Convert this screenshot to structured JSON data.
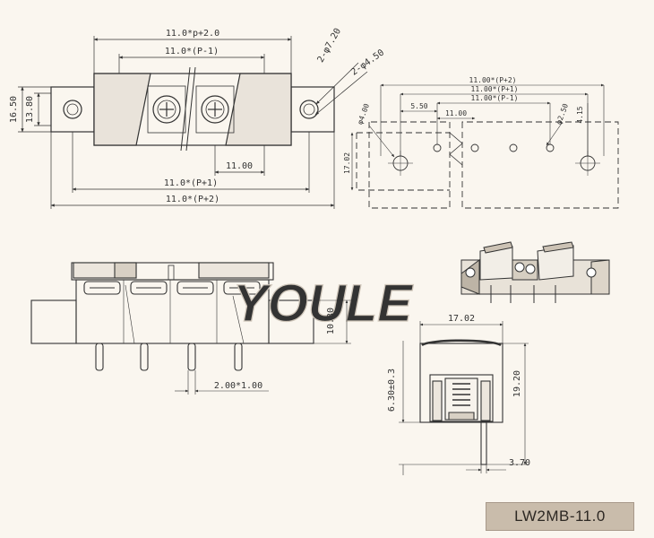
{
  "drawing": {
    "model": "LW2MB-11.0",
    "watermark": "YOULE",
    "top_view": {
      "pitch_total_p2_top": "11.0*p+2.0",
      "pitch_p_minus_1": "11.0*(P-1)",
      "hole_spec": "2-φ7.20",
      "screw_spec": "2-φ4.50",
      "height_outer": "16.50",
      "height_inner": "13.80",
      "pitch": "11.00",
      "pitch_p_plus_1": "11.0*(P+1)",
      "pitch_p_plus_2": "11.0*(P+2)"
    },
    "pcb_layout": {
      "dim_p2": "11.00*(P+2)",
      "dim_p1": "11.00*(P+1)",
      "dim_pm1": "11.00*(P-1)",
      "offset": "5.50",
      "pitch": "11.00",
      "hole_large": "φ4.00",
      "hole_small": "φ2.50",
      "edge": "4.15",
      "height": "17.02"
    },
    "side_view": {
      "height": "10.30",
      "pin": "2.00*1.00"
    },
    "end_view": {
      "width": "17.02",
      "total_height": "19.20",
      "pin_length": "6.30±0.3",
      "offset": "3.70"
    }
  }
}
